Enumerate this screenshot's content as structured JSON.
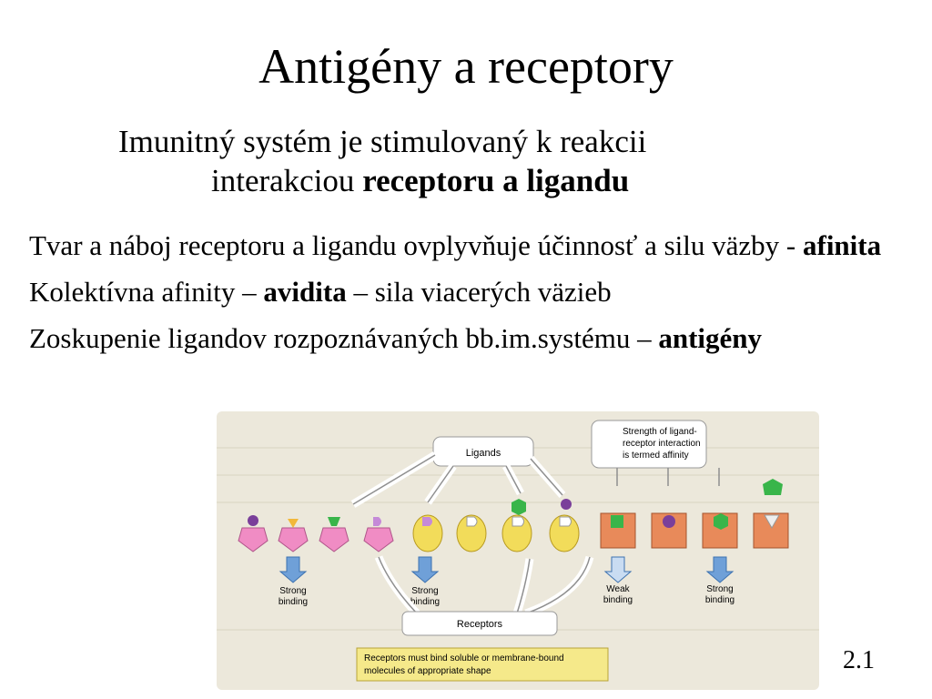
{
  "slide": {
    "title": "Antigény a receptory",
    "subtitle_line1": "Imunitný systém je stimulovaný k reakcii",
    "subtitle_line2_prefix": "interakciou ",
    "subtitle_line2_bold": "receptoru a ligandu",
    "bullets": [
      {
        "prefix": "Tvar a náboj receptoru a ligandu ovplyvňuje účinnosť a silu väzby - ",
        "bold": "afinita",
        "suffix": ""
      },
      {
        "prefix": "Kolektívna afinity – ",
        "bold": "avidita",
        "suffix": " – sila viacerých väzieb"
      },
      {
        "prefix": "Zoskupenie ligandov rozpoznávaných bb.im.systému – ",
        "bold": "antigény",
        "suffix": ""
      }
    ],
    "slide_number": "2.1"
  },
  "figure": {
    "ligands_label": "Ligands",
    "affinity_label_1": "Strength of ligand-",
    "affinity_label_2": "receptor interaction",
    "affinity_label_3": "is termed affinity",
    "strong_binding_1": "Strong",
    "strong_binding_2": "binding",
    "weak_binding_1": "Weak",
    "weak_binding_2": "binding",
    "receptors_label": "Receptors",
    "note_line1": "Receptors must bind soluble or membrane-bound",
    "note_line2": "molecules of appropriate shape",
    "colors": {
      "pink_receptor": "#f08cc4",
      "yellow_receptor": "#f2dc5a",
      "orange_receptor": "#e88a5a",
      "green_ligand": "#39b54a",
      "purple_ligand": "#7a3f9a",
      "arrow_blue": "#6fa0d8",
      "note_bg": "#f5e98a"
    }
  }
}
